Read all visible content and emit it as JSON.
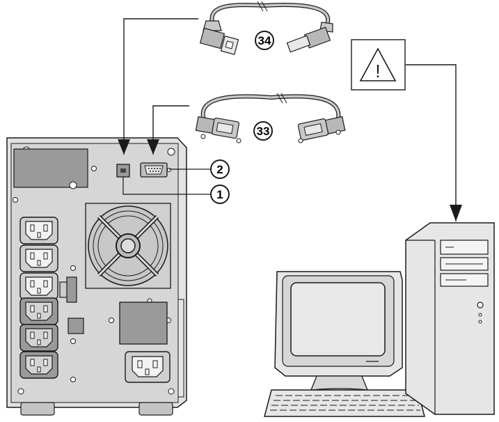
{
  "callouts": {
    "usb_port": "1",
    "serial_port": "2",
    "serial_cable": "33",
    "usb_cable": "34"
  },
  "warning": {
    "symbol": "!"
  },
  "colors": {
    "outline": "#1a1a1a",
    "panel": "#d9d9d9",
    "dark_block": "#9a9a9a",
    "cable": "#c8c8c8",
    "screen": "#e8e8e8"
  }
}
